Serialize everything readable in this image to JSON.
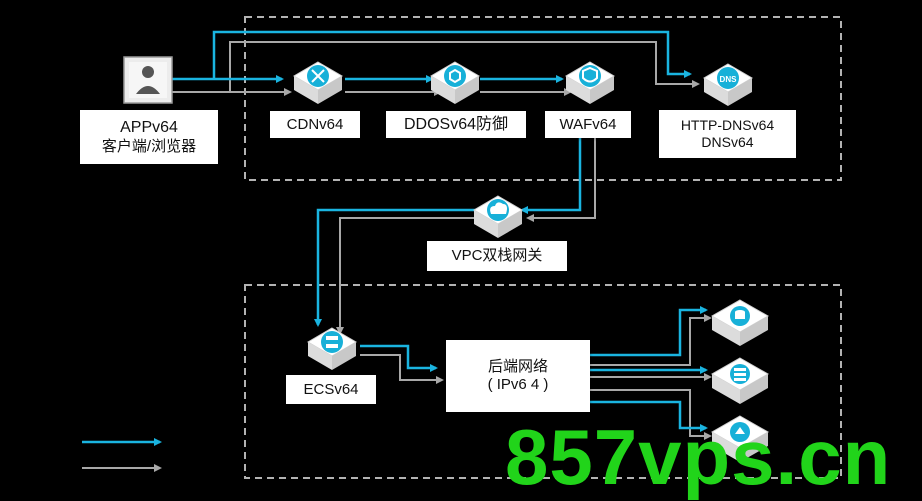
{
  "client": {
    "name": "APPv64",
    "subtitle": "客户端/浏览器"
  },
  "nodes": {
    "cdn": "CDNv64",
    "ddos": "DDOSv64防御",
    "waf": "WAFv64",
    "dns_line1": "HTTP-DNSv64",
    "dns_line2": "DNSv64",
    "vpc": "VPC双栈网关",
    "ecs": "ECSv64",
    "backend_line1": "后端网络",
    "backend_line2": "( IPv6 4 )"
  },
  "watermark": "857vps.cn",
  "colors": {
    "ipv6_line": "#1ab4e0",
    "ipv4_line": "#a8a8a8",
    "dashed_border": "#b3b3b3",
    "icon": "#17b0d8"
  }
}
